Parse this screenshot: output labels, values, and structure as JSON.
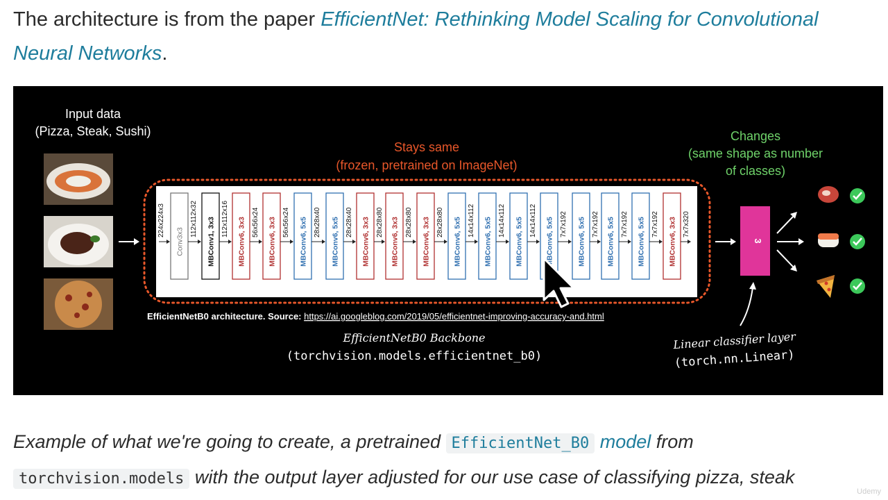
{
  "intro": {
    "prefix": "The architecture is from the paper ",
    "paper_title": "EfficientNet: Rethinking Model Scaling for Convolutional Neural Networks",
    "suffix": "."
  },
  "figure": {
    "input_title_1": "Input data",
    "input_title_2": "(Pizza, Steak, Sushi)",
    "stays_same_1": "Stays same",
    "stays_same_2": "(frozen, pretrained on ImageNet)",
    "changes_1": "Changes",
    "changes_2": "(same shape as number",
    "changes_3": "of classes)",
    "blocks": [
      {
        "label": "Conv3x3",
        "color": "#777777",
        "bold": false
      },
      {
        "label": "MBConv1, 3x3",
        "color": "#111111",
        "bold": true
      },
      {
        "label": "MBConv6, 3x3",
        "color": "#b03030",
        "bold": true
      },
      {
        "label": "MBConv6, 3x3",
        "color": "#b03030",
        "bold": true
      },
      {
        "label": "MBConv6, 5x5",
        "color": "#2f6fb0",
        "bold": true
      },
      {
        "label": "MBConv6, 5x5",
        "color": "#2f6fb0",
        "bold": true
      },
      {
        "label": "MBConv6, 3x3",
        "color": "#b03030",
        "bold": true
      },
      {
        "label": "MBConv6, 3x3",
        "color": "#b03030",
        "bold": true
      },
      {
        "label": "MBConv6, 3x3",
        "color": "#b03030",
        "bold": true
      },
      {
        "label": "MBConv6, 5x5",
        "color": "#2f6fb0",
        "bold": true
      },
      {
        "label": "MBConv6, 5x5",
        "color": "#2f6fb0",
        "bold": true
      },
      {
        "label": "MBConv6, 5x5",
        "color": "#2f6fb0",
        "bold": true
      },
      {
        "label": "MBConv6, 5x5",
        "color": "#2f6fb0",
        "bold": true
      },
      {
        "label": "MBConv6, 5x5",
        "color": "#2f6fb0",
        "bold": true
      },
      {
        "label": "MBConv6, 5x5",
        "color": "#2f6fb0",
        "bold": true
      },
      {
        "label": "MBConv6, 5x5",
        "color": "#2f6fb0",
        "bold": true
      },
      {
        "label": "MBConv6, 3x3",
        "color": "#b03030",
        "bold": true
      }
    ],
    "dims": [
      "224x224x3",
      "112x112x32",
      "112x112x16",
      "56x56x24",
      "56x56x24",
      "28x28x40",
      "28x28x40",
      "28x28x80",
      "28x28x80",
      "28x28x80",
      "14x14x112",
      "14x14x112",
      "14x14x112",
      "7x7x192",
      "7x7x192",
      "7x7x192",
      "7x7x192",
      "7x7x320"
    ],
    "source_label": "EfficientNetB0 architecture. Source: ",
    "source_url": "https://ai.googleblog.com/2019/05/efficientnet-improving-accuracy-and.html",
    "backbone_1": "EfficientNetB0 Backbone",
    "backbone_2": "(torchvision.models.efficientnet_b0)",
    "classifier_value": "3",
    "classifier_1": "Linear classifier layer",
    "classifier_2": "(torch.nn.Linear)",
    "colors": {
      "stays_same": "#e8572a",
      "changes": "#6fd36a",
      "classifier": "#e0359a",
      "check": "#3cc85a"
    }
  },
  "outro": {
    "p1": "Example of what we're going to create, a pretrained ",
    "code1": "EfficientNet_B0",
    "link1": " model",
    "p2": " from",
    "code2": "torchvision.models",
    "p3": " with the output layer adjusted for our use case of classifying pizza, steak"
  },
  "watermark": "Udemy"
}
